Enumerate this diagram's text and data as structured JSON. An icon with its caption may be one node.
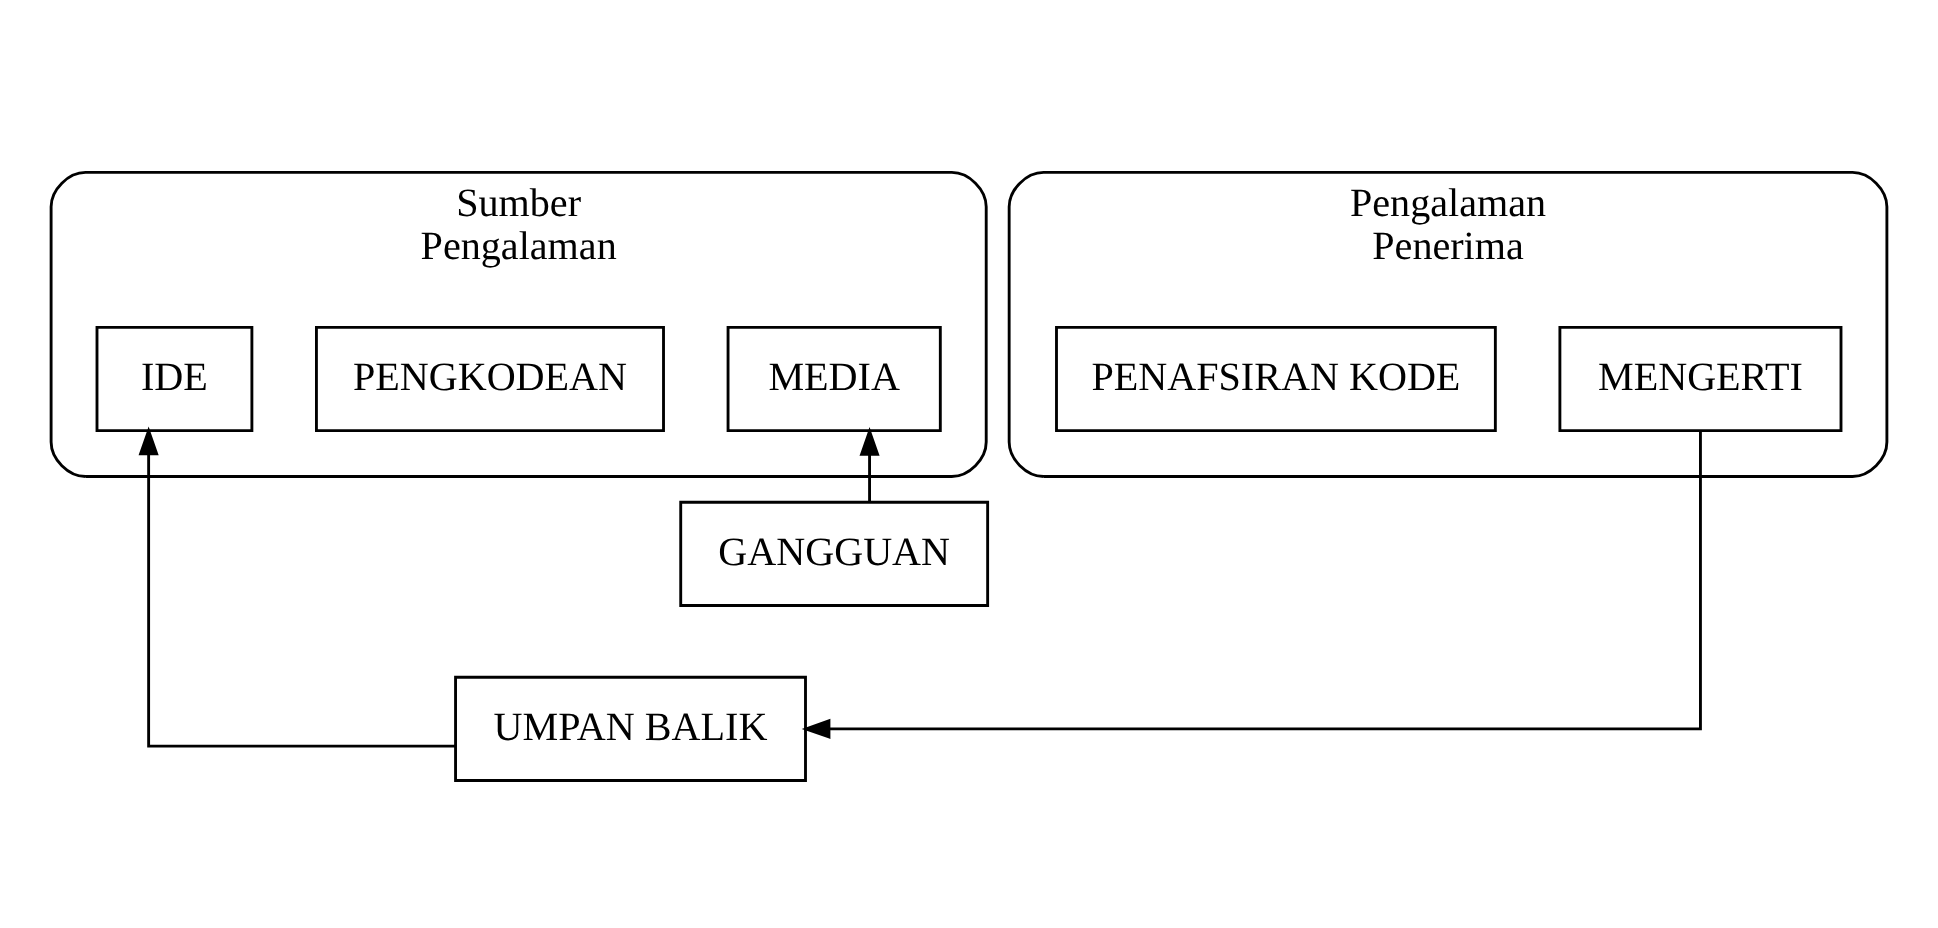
{
  "diagram": {
    "nodes": [
      {
        "text": [
          "Sumber",
          "Pengalaman"
        ]
      },
      {
        "text": [
          "IDE"
        ],
        "in": 0
      },
      {
        "text": [
          "PENGKODEAN"
        ],
        "in": 0
      },
      {
        "text": [
          "MEDIA"
        ],
        "in": 0
      },
      {
        "text": [
          "Pengalaman",
          "Penerima"
        ]
      },
      {
        "text": [
          "PENAFSIRAN KODE"
        ],
        "in": 4
      },
      {
        "text": [
          "MENGERTI"
        ],
        "in": 4
      },
      {
        "text": [
          "GANGGUAN"
        ]
      },
      {
        "text": [
          "UMPAN BALIK"
        ]
      }
    ],
    "edges": [
      {
        "from": 7,
        "to": 3,
        "arrow": "to"
      },
      {
        "from": 6,
        "to": 8,
        "arrow": "to"
      },
      {
        "from": 8,
        "to": 1,
        "arrow": "to"
      }
    ]
  }
}
